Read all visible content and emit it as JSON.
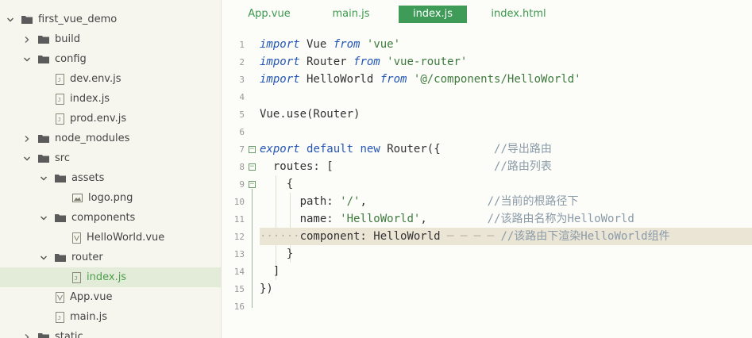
{
  "sidebar": {
    "items": [
      {
        "label": "first_vue_demo",
        "type": "folder",
        "open": true,
        "depth": 0
      },
      {
        "label": "build",
        "type": "folder",
        "open": false,
        "depth": 1
      },
      {
        "label": "config",
        "type": "folder",
        "open": true,
        "depth": 1
      },
      {
        "label": "dev.env.js",
        "type": "file",
        "depth": 2
      },
      {
        "label": "index.js",
        "type": "file",
        "depth": 2
      },
      {
        "label": "prod.env.js",
        "type": "file",
        "depth": 2
      },
      {
        "label": "node_modules",
        "type": "folder",
        "open": false,
        "depth": 1
      },
      {
        "label": "src",
        "type": "folder",
        "open": true,
        "depth": 1
      },
      {
        "label": "assets",
        "type": "folder",
        "open": true,
        "depth": 2
      },
      {
        "label": "logo.png",
        "type": "image",
        "depth": 3
      },
      {
        "label": "components",
        "type": "folder",
        "open": true,
        "depth": 2
      },
      {
        "label": "HelloWorld.vue",
        "type": "vue",
        "depth": 3
      },
      {
        "label": "router",
        "type": "folder",
        "open": true,
        "depth": 2
      },
      {
        "label": "index.js",
        "type": "file",
        "depth": 3,
        "selected": true
      },
      {
        "label": "App.vue",
        "type": "vue",
        "depth": 2
      },
      {
        "label": "main.js",
        "type": "file",
        "depth": 2
      },
      {
        "label": "static",
        "type": "folder",
        "open": false,
        "depth": 1
      }
    ]
  },
  "tabs": [
    {
      "label": "App.vue",
      "active": false
    },
    {
      "label": "main.js",
      "active": false
    },
    {
      "label": "index.js",
      "active": true
    },
    {
      "label": "index.html",
      "active": false
    }
  ],
  "editor": {
    "line_numbers": [
      "1",
      "2",
      "3",
      "4",
      "5",
      "6",
      "7",
      "8",
      "9",
      "10",
      "11",
      "12",
      "13",
      "14",
      "15",
      "16"
    ],
    "current_line": 12,
    "lines": [
      [
        {
          "t": "import",
          "c": "kw"
        },
        {
          "t": " Vue ",
          "c": ""
        },
        {
          "t": "from",
          "c": "kw"
        },
        {
          "t": " ",
          "c": ""
        },
        {
          "t": "'vue'",
          "c": "str"
        }
      ],
      [
        {
          "t": "import",
          "c": "kw"
        },
        {
          "t": " Router ",
          "c": ""
        },
        {
          "t": "from",
          "c": "kw"
        },
        {
          "t": " ",
          "c": ""
        },
        {
          "t": "'vue-router'",
          "c": "str"
        }
      ],
      [
        {
          "t": "import",
          "c": "kw"
        },
        {
          "t": " HelloWorld ",
          "c": ""
        },
        {
          "t": "from",
          "c": "kw"
        },
        {
          "t": " ",
          "c": ""
        },
        {
          "t": "'@/components/HelloWorld'",
          "c": "str"
        }
      ],
      [],
      [
        {
          "t": "Vue.use(Router)",
          "c": ""
        }
      ],
      [],
      [
        {
          "t": "export",
          "c": "kw"
        },
        {
          "t": " ",
          "c": ""
        },
        {
          "t": "default",
          "c": "kw2"
        },
        {
          "t": " ",
          "c": ""
        },
        {
          "t": "new",
          "c": "kw2"
        },
        {
          "t": " Router({",
          "c": ""
        },
        {
          "t": "        //导出路由",
          "c": "cmt"
        }
      ],
      [
        {
          "t": "  routes: [",
          "c": ""
        },
        {
          "t": "                        //路由列表",
          "c": "cmt"
        }
      ],
      [
        {
          "t": "    {",
          "c": ""
        }
      ],
      [
        {
          "t": "      path: ",
          "c": ""
        },
        {
          "t": "'/'",
          "c": "str"
        },
        {
          "t": ",",
          "c": ""
        },
        {
          "t": "                  //当前的根路径下",
          "c": "cmt"
        }
      ],
      [
        {
          "t": "      name: ",
          "c": ""
        },
        {
          "t": "'HelloWorld'",
          "c": "str"
        },
        {
          "t": ",",
          "c": ""
        },
        {
          "t": "         //该路由名称为HelloWorld",
          "c": "cmt"
        }
      ],
      [
        {
          "t": "······",
          "c": "ws-dots"
        },
        {
          "t": "component: HelloWorld",
          "c": ""
        },
        {
          "t": " ─ ─ ─ ─ ",
          "c": "ws-dots"
        },
        {
          "t": "//该路由下渲染HelloWorld组件",
          "c": "cmt"
        }
      ],
      [
        {
          "t": "    }",
          "c": ""
        }
      ],
      [
        {
          "t": "  ]",
          "c": ""
        }
      ],
      [
        {
          "t": "})",
          "c": ""
        }
      ],
      []
    ],
    "fold_markers": [
      7,
      8,
      9
    ]
  },
  "colors": {
    "accent": "#3e9b58",
    "sidebar_bg": "#f6f6ef",
    "editor_bg": "#fcfcf8",
    "selected_row": "#e3ecd9",
    "keyword": "#2456b5",
    "string": "#3e7a3e",
    "comment": "#8a9aa8"
  },
  "icons": {
    "expanded": "chevron-down-icon",
    "collapsed": "chevron-right-icon",
    "folder": "folder-icon",
    "file": "js-file-icon",
    "image": "image-file-icon",
    "vue": "vue-file-icon"
  }
}
